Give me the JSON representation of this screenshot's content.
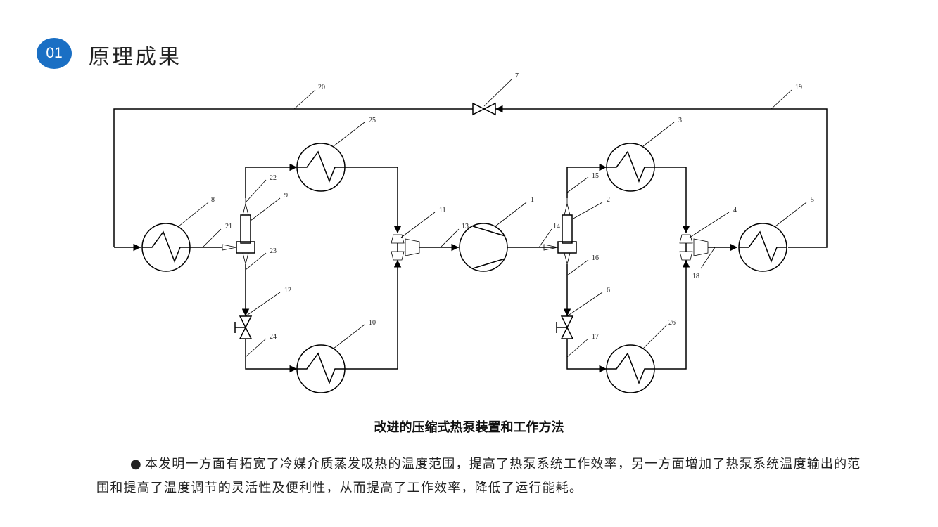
{
  "header": {
    "badge": "01",
    "title": "原理成果"
  },
  "diagram": {
    "labels": {
      "n1": "1",
      "n2": "2",
      "n3": "3",
      "n4": "4",
      "n5": "5",
      "n6": "6",
      "n7": "7",
      "n8": "8",
      "n9": "9",
      "n10": "10",
      "n11": "11",
      "n12": "12",
      "n13": "13",
      "n14": "14",
      "n15": "15",
      "n16": "16",
      "n17": "17",
      "n18": "18",
      "n19": "19",
      "n20": "20",
      "n21": "21",
      "n22": "22",
      "n23": "23",
      "n24": "24",
      "n25": "25",
      "n26": "26"
    }
  },
  "caption": "改进的压缩式热泵装置和工作方法",
  "description": {
    "bullet": "●",
    "text": "本发明一方面有拓宽了冷媒介质蒸发吸热的温度范围，提高了热泵系统工作效率，另一方面增加了热泵系统温度输出的范围和提高了温度调节的灵活性及便利性，从而提高了工作效率，降低了运行能耗。"
  }
}
